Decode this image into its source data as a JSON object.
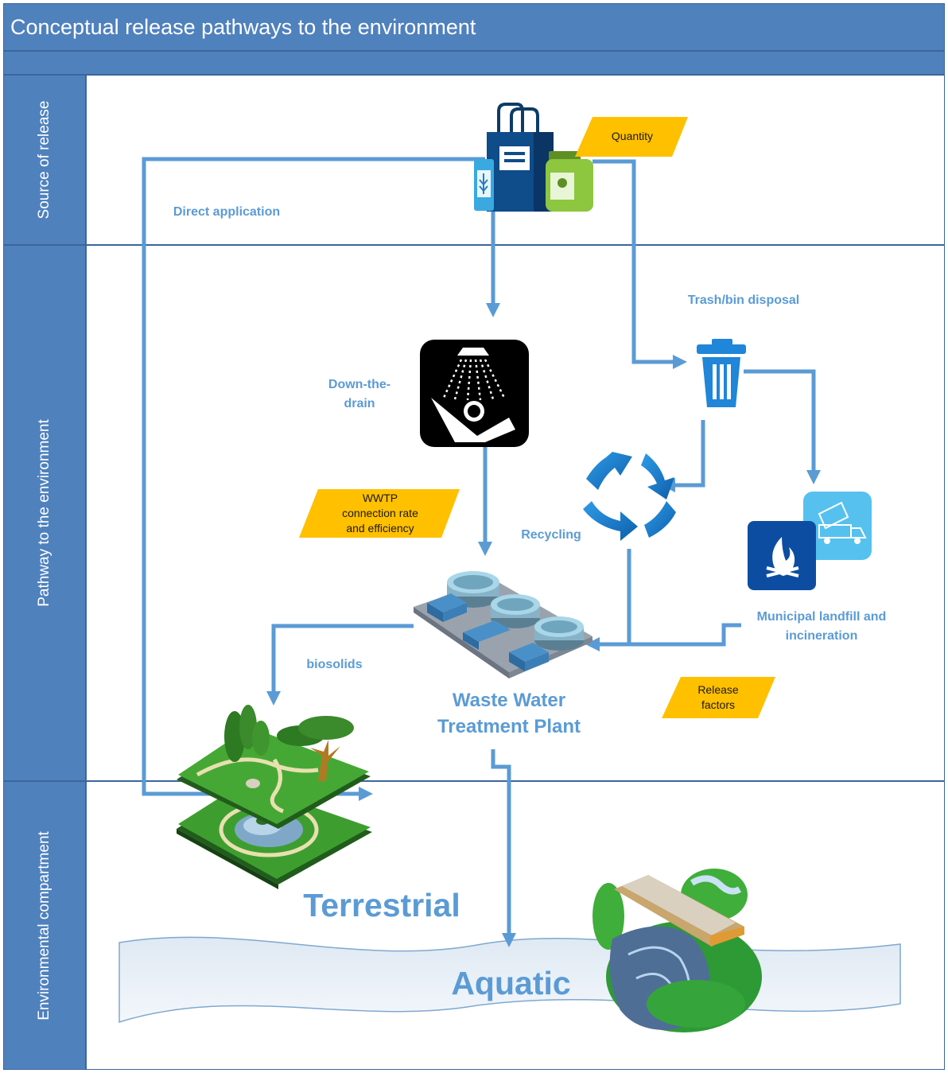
{
  "title": "Conceptual release pathways to the environment",
  "lanes": {
    "source": "Source of release",
    "pathway": "Pathway to the environment",
    "compartment": "Environmental compartment"
  },
  "labels": {
    "direct_application": "Direct application",
    "trash_bin_disposal": "Trash/bin disposal",
    "down_the_drain_1": "Down-the-",
    "down_the_drain_2": "drain",
    "recycling": "Recycling",
    "landfill_1": "Municipal landfill and",
    "landfill_2": "incineration",
    "biosolids": "biosolids",
    "wwtp_1": "Waste Water",
    "wwtp_2": "Treatment Plant",
    "terrestrial": "Terrestrial",
    "aquatic": "Aquatic"
  },
  "tags": {
    "quantity": "Quantity",
    "wwtp_1": "WWTP",
    "wwtp_2": "connection rate",
    "wwtp_3": "and efficiency",
    "release_1": "Release",
    "release_2": "factors"
  },
  "colors": {
    "lane_header": "#4f81bd",
    "arrow": "#5b9bd5",
    "tag": "#ffc000",
    "label": "#5b9bd5"
  },
  "icons": [
    "consumer-products-icon",
    "shower-icon",
    "trash-bin-icon",
    "recycle-icon",
    "incineration-icon",
    "landfill-truck-icon",
    "wastewater-plant-icon",
    "terrestrial-land-icon",
    "river-icon"
  ]
}
